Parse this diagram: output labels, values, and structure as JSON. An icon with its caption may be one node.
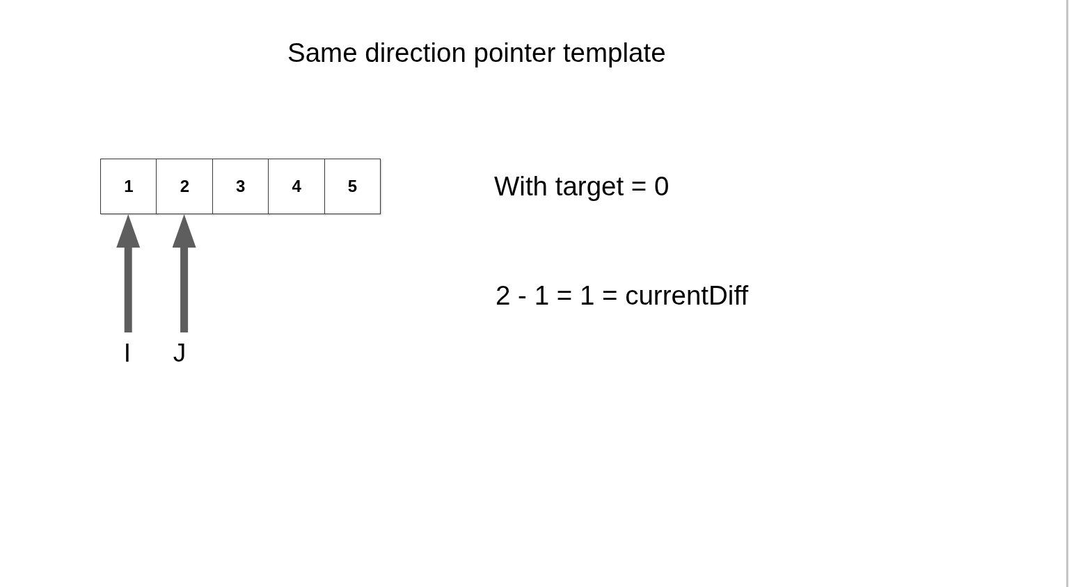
{
  "diagram": {
    "title": "Same direction pointer template",
    "nodes": [
      {
        "text": [
          "1"
        ]
      },
      {
        "text": [
          "2"
        ]
      },
      {
        "text": [
          "3"
        ]
      },
      {
        "text": [
          "4"
        ]
      },
      {
        "text": [
          "5"
        ]
      },
      {
        "text": [
          "I"
        ]
      },
      {
        "text": [
          "J"
        ]
      }
    ],
    "edges": [
      {
        "from": 5,
        "to": 0,
        "arrow": "to"
      },
      {
        "from": 6,
        "to": 1,
        "arrow": "to"
      }
    ],
    "labels": [
      "With target = 0",
      "2 - 1 = 1 = currentDiff"
    ]
  }
}
